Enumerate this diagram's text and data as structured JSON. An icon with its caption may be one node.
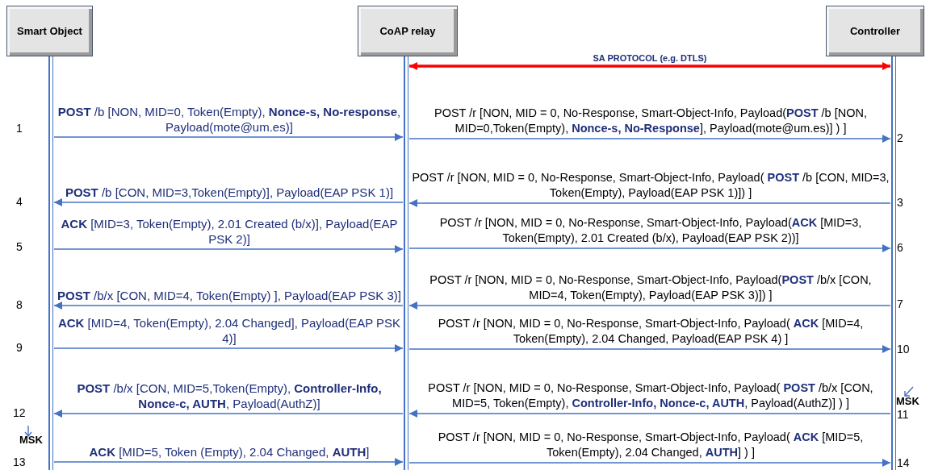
{
  "diagram": {
    "nodes": [
      {
        "text": [
          "Smart Object"
        ]
      },
      {
        "text": [
          "CoAP relay"
        ]
      },
      {
        "text": [
          "Controller"
        ]
      }
    ],
    "edges": [
      {
        "from": 1,
        "to": 2,
        "arrow": "both",
        "label": "SA PROTOCOL (e.g. DTLS)",
        "style": "thick",
        "color": "#ff0000"
      },
      {
        "from": 0,
        "to": 1,
        "arrow": "to",
        "label": "**POST** /b [NON, MID=0, Token(Empty), **Nonce-s, No-response**, Payload(mote@um.es)]"
      },
      {
        "from": 1,
        "to": 2,
        "arrow": "to",
        "label": "POST /r [NON, MID = 0, No-Response, Smart-Object-Info, Payload(**POST** /b [NON, MID=0,Token(Empty), **Nonce-s, No-Response**], Payload(mote@um.es)] ) ]"
      },
      {
        "from": 2,
        "to": 1,
        "arrow": "to",
        "label": "POST /r [NON, MID = 0, No-Response, Smart-Object-Info, Payload( **POST** /b [CON, MID=3, Token(Empty), Payload(EAP PSK 1)]) ]"
      },
      {
        "from": 1,
        "to": 0,
        "arrow": "to",
        "label": "**POST** /b [CON, MID=3,Token(Empty)], Payload(EAP PSK 1)]"
      },
      {
        "from": 0,
        "to": 1,
        "arrow": "to",
        "label": "**ACK** [MID=3, Token(Empty), 2.01 Created (b/x)], Payload(EAP PSK 2)]"
      },
      {
        "from": 1,
        "to": 2,
        "arrow": "to",
        "label": "POST /r [NON, MID = 0, No-Response, Smart-Object-Info, Payload(**ACK** [MID=3, Token(Empty), 2.01 Created (b/x), Payload(EAP PSK 2))]"
      },
      {
        "from": 2,
        "to": 1,
        "arrow": "to",
        "label": "POST /r [NON, MID = 0, No-Response, Smart-Object-Info, Payload(**POST** /b/x [CON, MID=4, Token(Empty), Payload(EAP PSK 3)]) ]"
      },
      {
        "from": 1,
        "to": 0,
        "arrow": "to",
        "label": "**POST** /b/x [CON, MID=4, Token(Empty) ], Payload(EAP PSK 3)]"
      },
      {
        "from": 0,
        "to": 1,
        "arrow": "to",
        "label": "**ACK** [MID=4, Token(Empty), 2.04 Changed], Payload(EAP PSK 4)]"
      },
      {
        "from": 1,
        "to": 2,
        "arrow": "to",
        "label": "POST /r [NON, MID = 0, No-Response, Smart-Object-Info, Payload( **ACK** [MID=4, Token(Empty), 2.04 Changed, Payload(EAP PSK 4) ]"
      },
      {
        "from": 2,
        "to": 1,
        "arrow": "to",
        "label": "POST /r [NON, MID = 0, No-Response, Smart-Object-Info, Payload( **POST** /b/x [CON, MID=5, Token(Empty), **Controller-Info, Nonce-c, AUTH**, Payload(AuthZ)] ) ]"
      },
      {
        "from": 1,
        "to": 0,
        "arrow": "to",
        "label": "**POST** /b/x [CON, MID=5,Token(Empty), **Controller-Info, Nonce-c, AUTH**, Payload(AuthZ)]"
      },
      {
        "from": 0,
        "to": 1,
        "arrow": "to",
        "label": "**ACK** [MID=5, Token (Empty), 2.04 Changed, **AUTH**]"
      },
      {
        "from": 1,
        "to": 2,
        "arrow": "to",
        "label": "POST /r [NON, MID = 0, No-Response, Smart-Object-Info, Payload( **ACK** [MID=5, Token(Empty), 2.04 Changed, **AUTH**] ) ]"
      }
    ],
    "labels": [
      "1",
      "2",
      "4",
      "3",
      "5",
      "6",
      "8",
      "7",
      "9",
      "10",
      "MSK",
      "12",
      "11",
      "MSK",
      "13",
      "14"
    ]
  }
}
